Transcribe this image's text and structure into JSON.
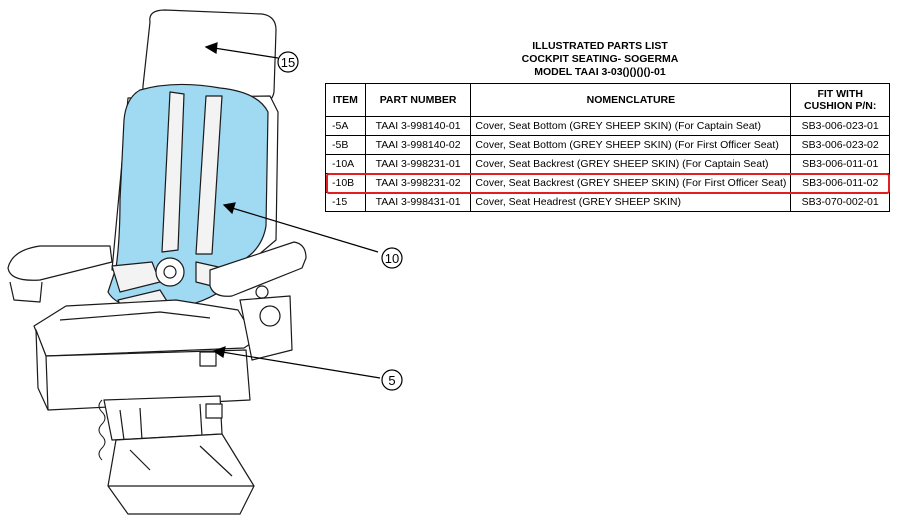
{
  "title_lines": [
    "ILLUSTRATED PARTS LIST",
    "COCKPIT SEATING- SOGERMA",
    "MODEL TAAI 3-03()()()()-01"
  ],
  "table": {
    "headers": {
      "item": "ITEM",
      "part_number": "PART NUMBER",
      "nomenclature": "NOMENCLATURE",
      "fit_line1": "FIT WITH",
      "fit_line2": "CUSHION P/N:"
    },
    "rows": [
      {
        "item": "-5A",
        "part_number": "TAAI 3-998140-01",
        "nomenclature": "Cover, Seat Bottom (GREY SHEEP SKIN) (For Captain Seat)",
        "fit": "SB3-006-023-01"
      },
      {
        "item": "-5B",
        "part_number": "TAAI 3-998140-02",
        "nomenclature": "Cover, Seat Bottom (GREY SHEEP SKIN) (For First Officer Seat)",
        "fit": "SB3-006-023-02"
      },
      {
        "item": "-10A",
        "part_number": "TAAI 3-998231-01",
        "nomenclature": "Cover, Seat Backrest (GREY SHEEP SKIN) (For Captain Seat)",
        "fit": "SB3-006-011-01"
      },
      {
        "item": "-10B",
        "part_number": "TAAI 3-998231-02",
        "nomenclature": "Cover, Seat Backrest (GREY SHEEP SKIN) (For First Officer Seat)",
        "fit": "SB3-006-011-02"
      },
      {
        "item": "-15",
        "part_number": "TAAI 3-998431-01",
        "nomenclature": "Cover, Seat Headrest (GREY SHEEP SKIN)",
        "fit": "SB3-070-002-01"
      }
    ],
    "highlighted_item": "-10B",
    "highlight_color": "#e02020"
  },
  "callouts": {
    "headrest": "15",
    "backrest": "10",
    "bottom": "5"
  },
  "colors": {
    "cushion_fill": "#9fd9f2",
    "line": "#1a1a1a"
  }
}
